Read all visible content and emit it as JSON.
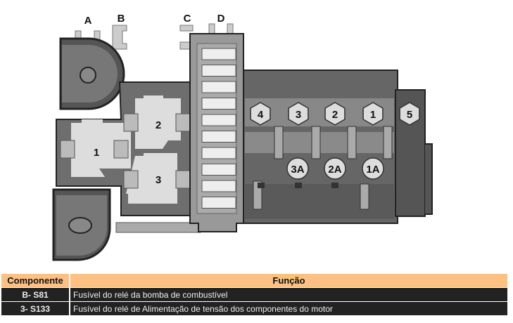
{
  "diagram": {
    "connector_labels": [
      "A",
      "B",
      "C",
      "D"
    ],
    "relay_labels": [
      "1",
      "2",
      "3"
    ],
    "fuse_labels": [
      "4",
      "3",
      "2",
      "1",
      "5"
    ],
    "small_fuse_labels": [
      "3A",
      "2A",
      "1A"
    ]
  },
  "table": {
    "headers": [
      "Componente",
      "Função"
    ],
    "rows": [
      {
        "component": "B- S81",
        "function": "Fusível do relé da bomba de combustível"
      },
      {
        "component": "3- S133",
        "function": "Fusível do relé de Alimentação de tensão dos componentes do motor"
      }
    ]
  },
  "colors": {
    "header": "#FFC080",
    "row": "#222222"
  }
}
